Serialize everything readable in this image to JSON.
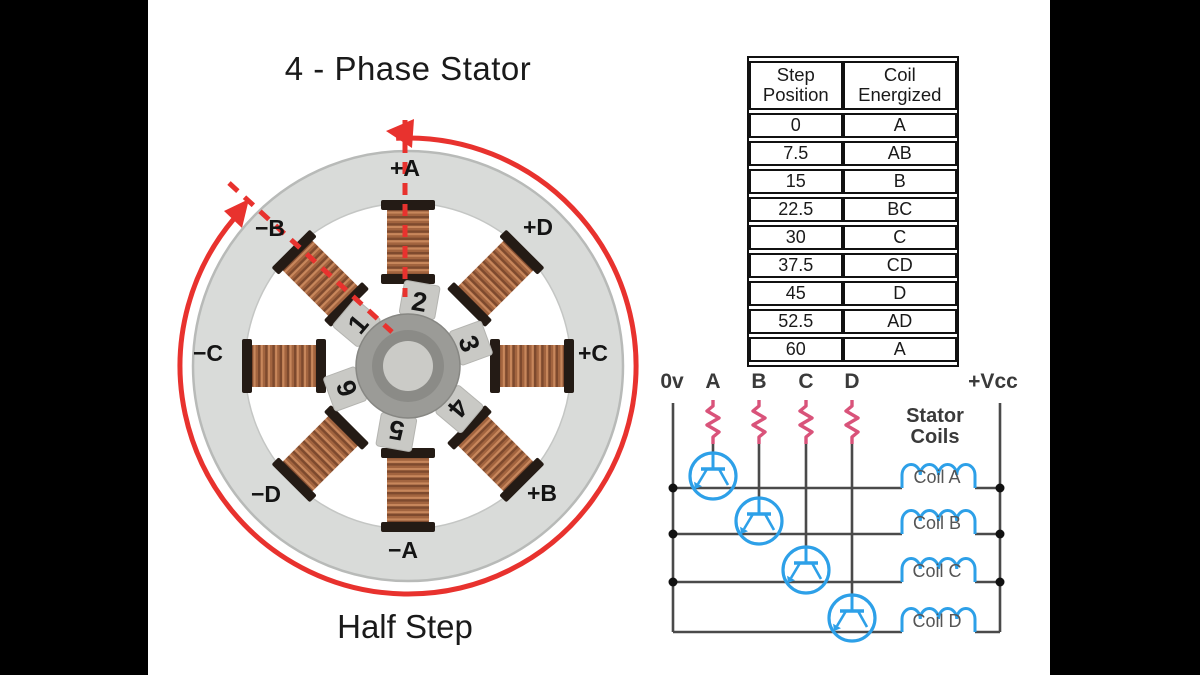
{
  "stator_panel": {
    "title": "4 - Phase Stator",
    "mode_label": "Half Step",
    "pole_labels": [
      {
        "text": "+A"
      },
      {
        "text": "+D"
      },
      {
        "text": "+C"
      },
      {
        "text": "+B"
      },
      {
        "text": "−A"
      },
      {
        "text": "−D"
      },
      {
        "text": "−C"
      },
      {
        "text": "−B"
      }
    ],
    "rotor_teeth": [
      "1",
      "2",
      "3",
      "4",
      "5",
      "6"
    ]
  },
  "step_table": {
    "headers": [
      "Step Position",
      "Coil Energized"
    ],
    "rows": [
      {
        "step": "0",
        "coils": "A"
      },
      {
        "step": "7.5",
        "coils": "AB"
      },
      {
        "step": "15",
        "coils": "B"
      },
      {
        "step": "22.5",
        "coils": "BC"
      },
      {
        "step": "30",
        "coils": "C"
      },
      {
        "step": "37.5",
        "coils": "CD"
      },
      {
        "step": "45",
        "coils": "D"
      },
      {
        "step": "52.5",
        "coils": "AD"
      },
      {
        "step": "60",
        "coils": "A"
      }
    ]
  },
  "circuit": {
    "left_rail_label": "0v",
    "right_rail_label": "+Vcc",
    "input_labels": [
      "A",
      "B",
      "C",
      "D"
    ],
    "coils_caption_line1": "Stator",
    "coils_caption_line2": "Coils",
    "coil_labels": [
      "Coil A",
      "Coil B",
      "Coil C",
      "Coil D"
    ]
  },
  "colors": {
    "arrow_red": "#e8322e",
    "wire_gray": "#4a4a4a",
    "transistor_blue": "#2da0e8",
    "resistor_pink": "#d9537a",
    "copper": "#a2643f",
    "stator_ring": "#d9dbd9",
    "rotor_gray": "#9b9b97",
    "letterbox": "#000000"
  }
}
